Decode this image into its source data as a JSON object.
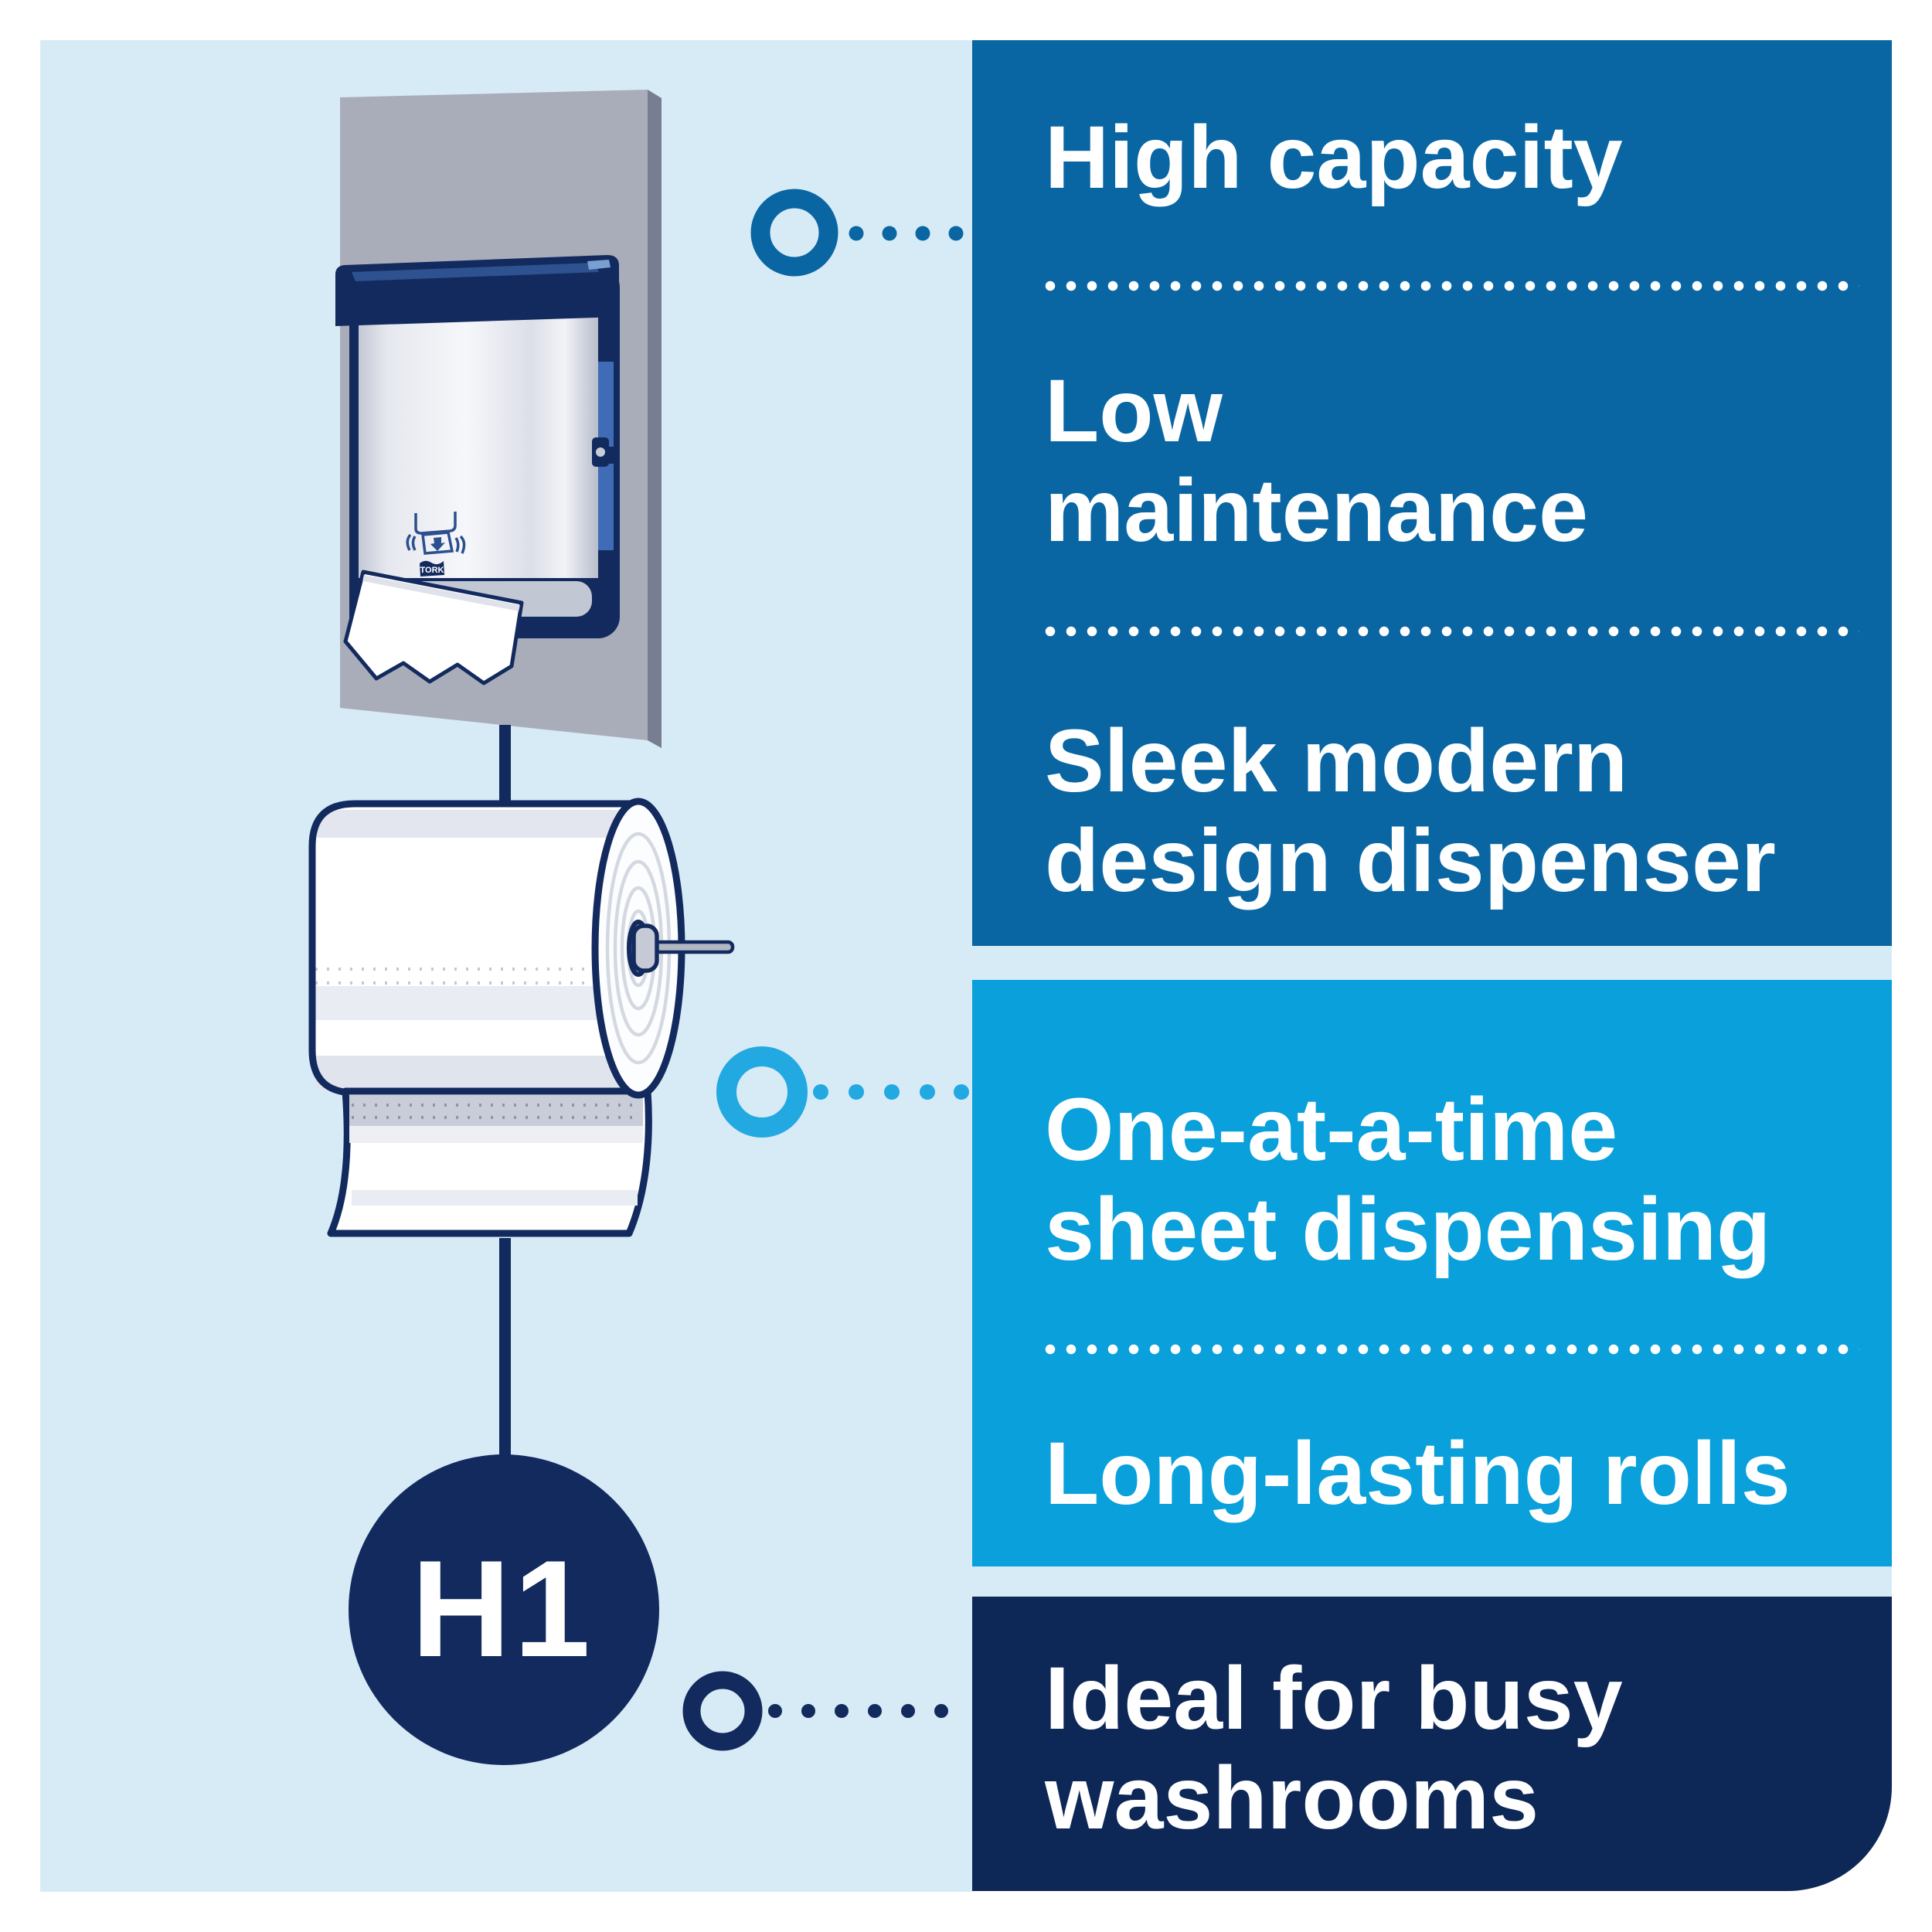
{
  "colors": {
    "page_background": "#ffffff",
    "canvas_background": "#d7ebf7",
    "panel_blue": "#0966a3",
    "panel_cyan": "#09a0db",
    "panel_navy": "#0d2757",
    "illustration_navy": "#132a5e",
    "ring_blue": "#0966a3",
    "ring_cyan": "#23a9e1",
    "ring_navy": "#132a5e",
    "text": "#ffffff"
  },
  "illustration": {
    "dispenser": {
      "brand": "TORK"
    },
    "badge": {
      "label": "H1"
    }
  },
  "panels": [
    {
      "id": "features-top",
      "color": "#0966a3",
      "items": [
        [
          "High capacity"
        ],
        [
          "Low",
          "maintenance"
        ],
        [
          "Sleek modern",
          "design dispenser"
        ]
      ]
    },
    {
      "id": "features-middle",
      "color": "#09a0db",
      "items": [
        [
          "One-at-a-time",
          "sheet dispensing"
        ],
        [
          "Long-lasting rolls"
        ]
      ]
    },
    {
      "id": "features-bottom",
      "color": "#0d2757",
      "items": [
        [
          "Ideal for busy",
          "washrooms"
        ]
      ]
    }
  ]
}
